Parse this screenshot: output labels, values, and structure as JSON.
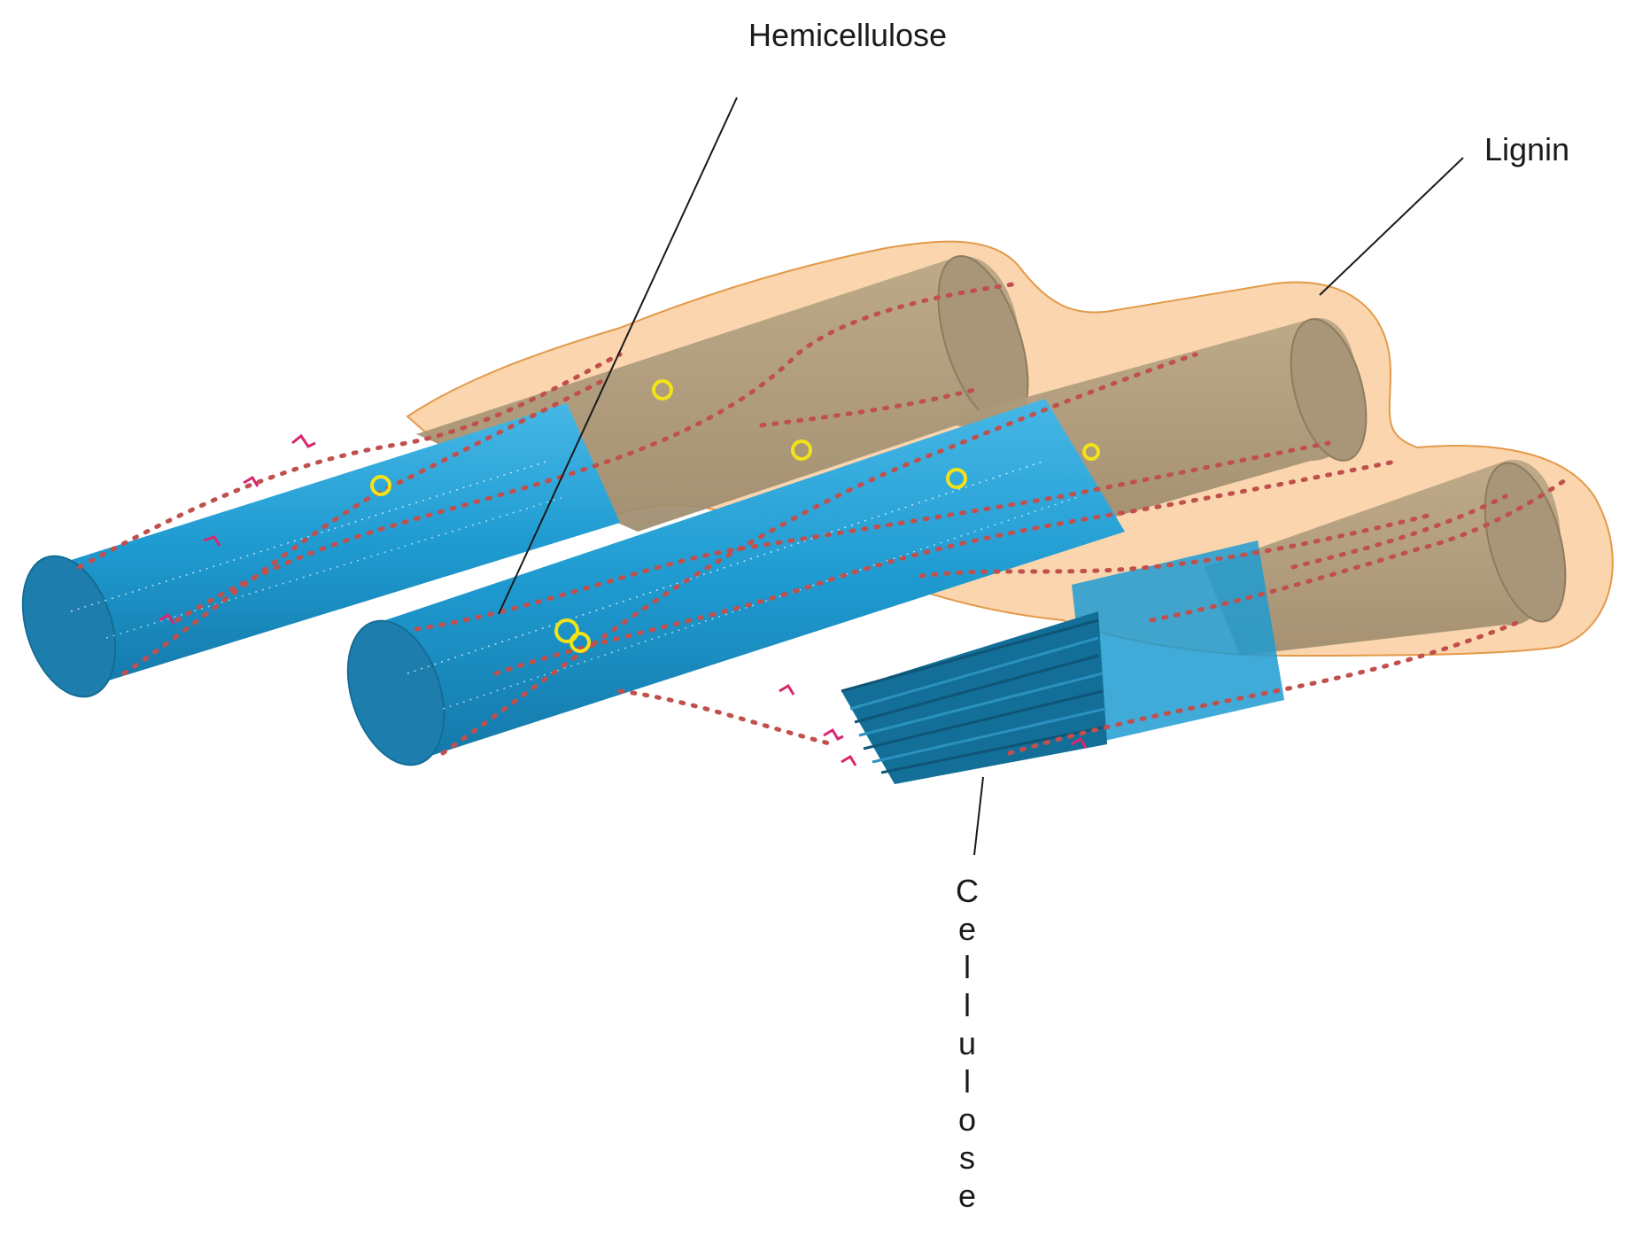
{
  "labels": {
    "hemicellulose": "Hemicellulose",
    "lignin": "Lignin",
    "cellulose": "Cellulose"
  },
  "colors": {
    "cellulose_blue": "#1f9bd1",
    "cellulose_dark": "#136f98",
    "lignin_orange": "#f6b26b",
    "lignin_brown": "#a99577",
    "hemicellulose_red": "#c0504d",
    "marker_yellow": "#f2e218",
    "marker_pink": "#d9266f"
  },
  "icons": [
    "cellulose-fibril-icon",
    "lignin-sheath-icon",
    "hemicellulose-chain-icon",
    "glucose-marker-icon"
  ]
}
